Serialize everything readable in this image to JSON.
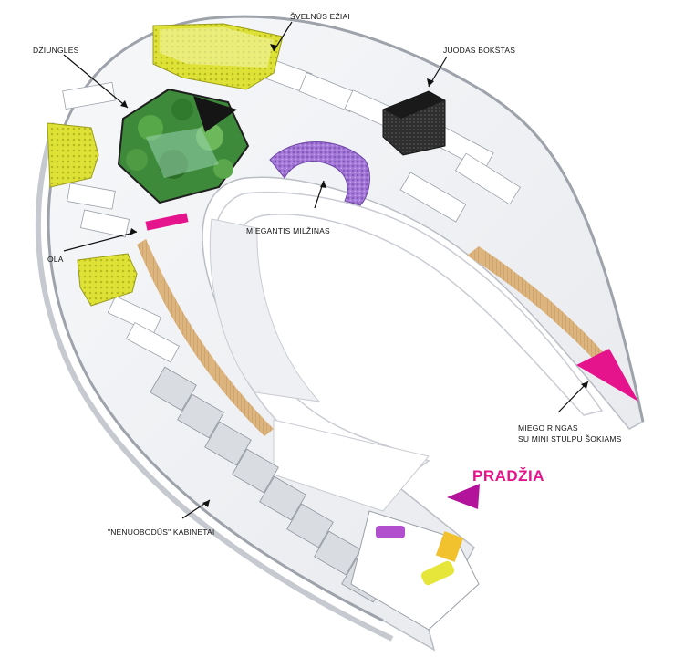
{
  "labels": {
    "svelnus_eziai": "ŠVELNŪS EŽIAI",
    "dziungles": "DŽIUNGLĖS",
    "juodas_bokstas": "JUODAS BOKŠTAS",
    "miegantis_milzinas": "MIEGANTIS MILŽINAS",
    "ola": "OLA",
    "miego_ringas_line1": "MIEGO RINGAS",
    "miego_ringas_line2": "SU MINI STULPU ŠOKIAMS",
    "nenuobodus_kabinetai": "\"NENUOBODŪS\" KABINETAI",
    "pradzia": "PRADŽIA"
  },
  "colors": {
    "accent_magenta": "#e5148c",
    "pod_yellow": "#e4e63c",
    "tower_black": "#2a2a2a",
    "sleeping_purple": "#a77ad6",
    "jungle_green": "#3f8a3a",
    "wood": "#d9b07a",
    "floor": "#f2f3f5",
    "wall": "#c9ccd2"
  }
}
